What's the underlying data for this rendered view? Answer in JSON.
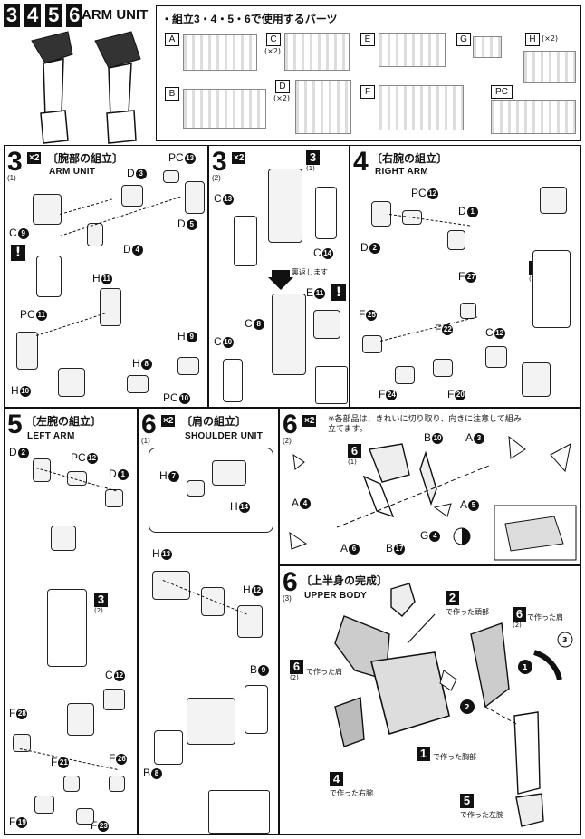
{
  "header": {
    "steps": [
      "3",
      "4",
      "5",
      "6"
    ],
    "title": "ARM UNIT",
    "parts_heading": "・組立3・4・5・6で使用するパーツ",
    "runners": [
      {
        "id": "A",
        "qty": ""
      },
      {
        "id": "B",
        "qty": ""
      },
      {
        "id": "C",
        "qty": "(×2)"
      },
      {
        "id": "D",
        "qty": "(×2)"
      },
      {
        "id": "E",
        "qty": ""
      },
      {
        "id": "F",
        "qty": ""
      },
      {
        "id": "G",
        "qty": ""
      },
      {
        "id": "H",
        "qty": "(×2)"
      },
      {
        "id": "PC",
        "qty": ""
      }
    ]
  },
  "step3_1": {
    "num": "3",
    "mult": "×2",
    "sub": "(1)",
    "title": "〔腕部の組立〕",
    "en": "ARM UNIT",
    "labels": {
      "pc13": "PC",
      "d3": "D",
      "d5": "D",
      "d4": "D",
      "c9": "C",
      "h11": "H",
      "pc11": "PC",
      "h9": "H",
      "h8": "H",
      "h10": "H",
      "pc10": "PC"
    },
    "circles": {
      "pc13": "13",
      "d3": "3",
      "d5": "5",
      "d4": "4",
      "c9": "9",
      "h11": "11",
      "pc11": "11",
      "h9": "9",
      "h8": "8",
      "h10": "10",
      "pc10": "10"
    },
    "excl": "!"
  },
  "step3_2": {
    "num": "3",
    "mult": "×2",
    "sub": "(2)",
    "ref": "3",
    "ref_sub": "(1)",
    "labels": {
      "c13": "C",
      "c14": "C",
      "c8": "C",
      "c10": "C",
      "e11": "E"
    },
    "circles": {
      "c13": "13",
      "c14": "14",
      "c8": "8",
      "c10": "10",
      "e11": "11"
    },
    "back_note": "裏返します",
    "excl": "!"
  },
  "step4": {
    "num": "4",
    "title": "〔右腕の組立〕",
    "en": "RIGHT ARM",
    "labels": {
      "pc12": "PC",
      "d1": "D",
      "d2": "D",
      "f27": "F",
      "f25": "F",
      "f22": "F",
      "c12": "C",
      "f24": "F",
      "f20": "F"
    },
    "circles": {
      "pc12": "12",
      "d1": "1",
      "d2": "2",
      "f27": "27",
      "f25": "25",
      "f22": "22",
      "c12": "12",
      "f24": "24",
      "f20": "20"
    },
    "ref": "3",
    "ref_sub": "(2)"
  },
  "step5": {
    "num": "5",
    "title": "〔左腕の組立〕",
    "en": "LEFT ARM",
    "labels": {
      "d2": "D",
      "pc12": "PC",
      "d1": "D",
      "c12": "C",
      "f28": "F",
      "f21": "F",
      "f26": "F",
      "f19": "F",
      "f23": "F"
    },
    "circles": {
      "d2": "2",
      "pc12": "12",
      "d1": "1",
      "c12": "12",
      "f28": "28",
      "f21": "21",
      "f26": "26",
      "f19": "19",
      "f23": "23"
    },
    "ref": "3",
    "ref_sub": "(2)"
  },
  "step6_1": {
    "num": "6",
    "mult": "×2",
    "sub": "(1)",
    "title": "〔肩の組立〕",
    "en": "SHOULDER UNIT",
    "labels": {
      "h7": "H",
      "h14": "H",
      "h13": "H",
      "h12": "H",
      "b9": "B",
      "b8": "B"
    },
    "circles": {
      "h7": "7",
      "h14": "14",
      "h13": "13",
      "h12": "12",
      "b9": "9",
      "b8": "8"
    }
  },
  "step6_2": {
    "num": "6",
    "mult": "×2",
    "sub": "(2)",
    "note": "※各部品は、きれいに切り取り、向きに注意して組み立てます。",
    "ref": "6",
    "ref_sub": "(1)",
    "labels": {
      "b10": "B",
      "a3": "A",
      "a4": "A",
      "a5": "A",
      "a6": "A",
      "b17": "B",
      "g4": "G"
    },
    "circles": {
      "b10": "10",
      "a3": "3",
      "a4": "4",
      "a5": "5",
      "a6": "6",
      "b17": "17",
      "g4": "4"
    }
  },
  "step6_3": {
    "num": "6",
    "sub": "(3)",
    "title": "〔上半身の完成〕",
    "en": "UPPER BODY",
    "made_head": "で作った頭部",
    "made_shoulder": "で作った肩",
    "made_torso": "で作った胸部",
    "made_right": "で作った右腕",
    "made_left": "で作った左腕",
    "ref_head": "2",
    "ref_shoulder": "6",
    "ref_shoulder_sub": "(2)",
    "ref_torso": "1",
    "ref_right": "4",
    "ref_left": "5",
    "seq": [
      "1",
      "2",
      "3"
    ]
  }
}
